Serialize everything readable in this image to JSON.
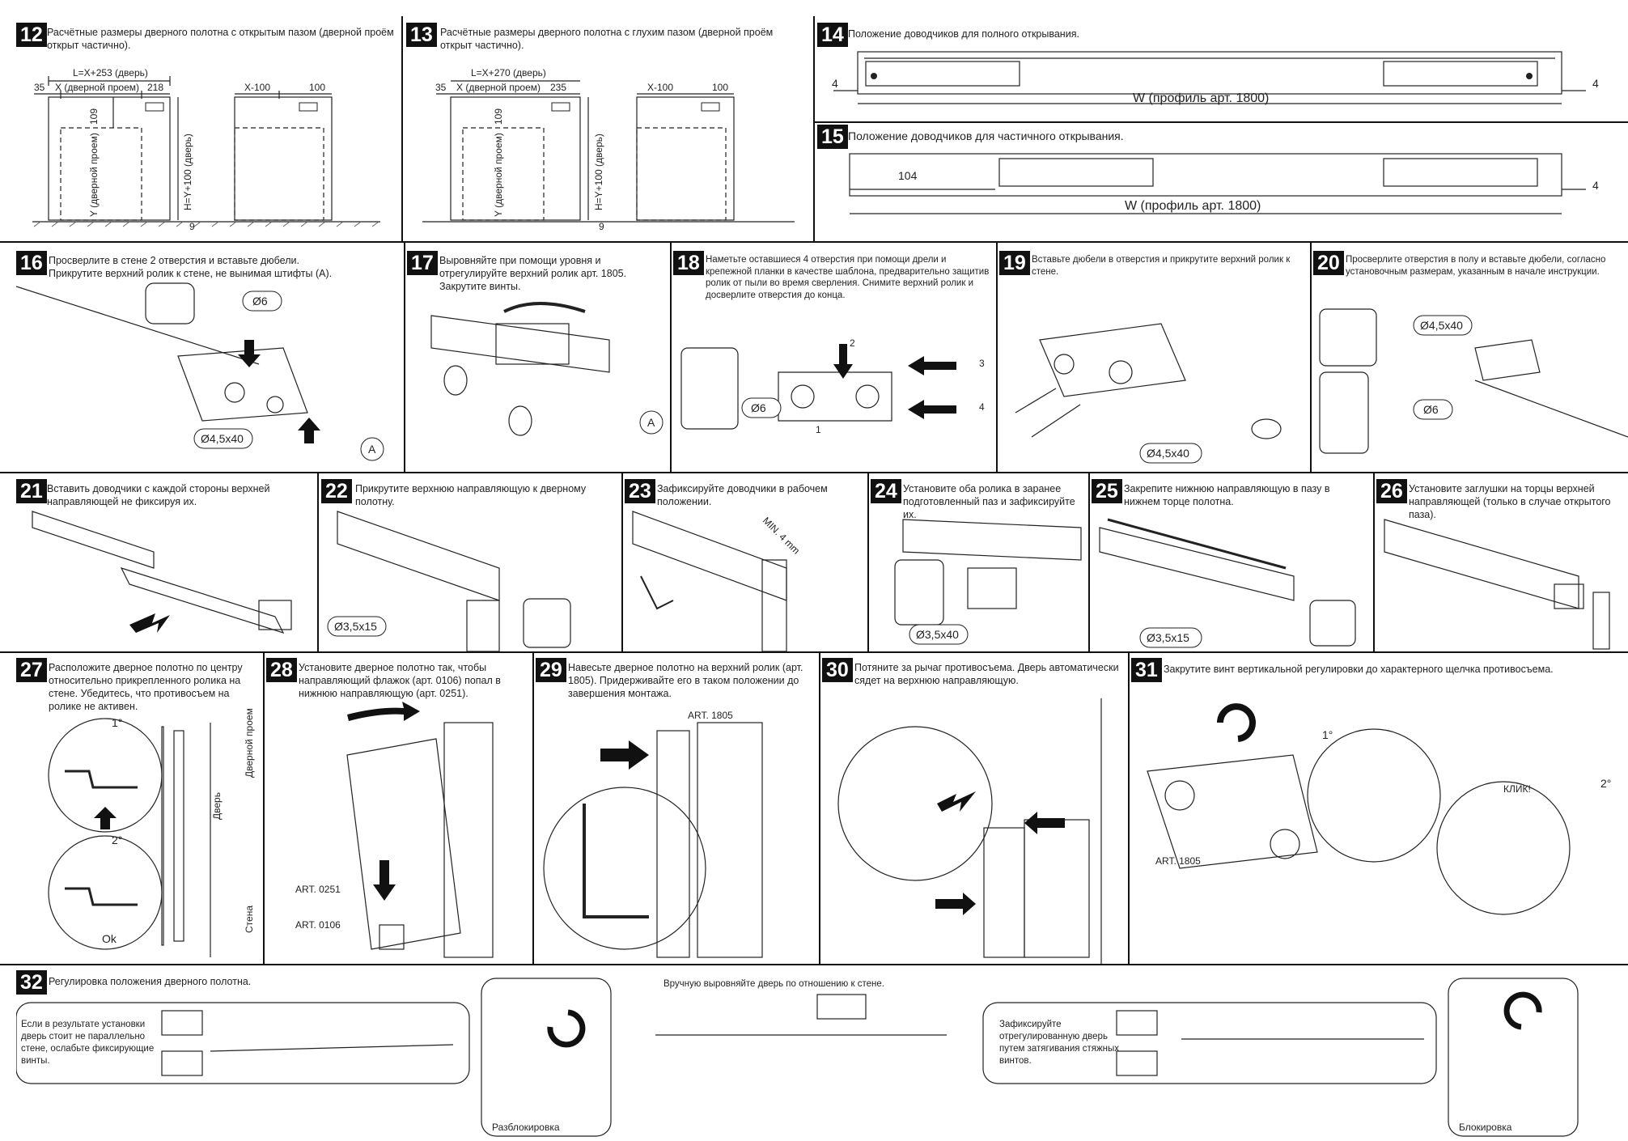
{
  "steps": {
    "s12": {
      "num": "12",
      "text": "Расчётные размеры дверного полотна с открытым пазом (дверной проём открыт частично).",
      "dims": {
        "l": "L=X+253 (дверь)",
        "a": "35",
        "x": "X (дверной проем)",
        "b": "218",
        "xm": "X-100",
        "c": "100",
        "y": "Y (дверной проем)",
        "h": "H=Y+100 (дверь)",
        "top": "109",
        "bot": "9"
      }
    },
    "s13": {
      "num": "13",
      "text": "Расчётные размеры дверного полотна с глухим пазом (дверной проём открыт частично).",
      "dims": {
        "l": "L=X+270 (дверь)",
        "a": "35",
        "x": "X (дверной проем)",
        "b": "235",
        "xm": "X-100",
        "c": "100",
        "y": "Y (дверной проем)",
        "h": "H=Y+100 (дверь)",
        "top": "109",
        "bot": "9"
      }
    },
    "s14": {
      "num": "14",
      "text": "Положение доводчиков для полного открывания.",
      "w": "W (профиль арт. 1800)",
      "l": "4",
      "r": "4"
    },
    "s15": {
      "num": "15",
      "text": "Положение доводчиков для частичного открывания.",
      "w": "W (профиль арт. 1800)",
      "d": "104",
      "r": "4"
    },
    "s16": {
      "num": "16",
      "text": "Просверлите в стене 2 отверстия и вставьте дюбели. Прикрутите верхний ролик к стене, не вынимая штифты (A).",
      "d6": "Ø6",
      "screw": "Ø4,5x40",
      "a": "A"
    },
    "s17": {
      "num": "17",
      "text": "Выровняйте при помощи уровня и отрегулируйте верхний ролик арт. 1805. Закрутите винты.",
      "a": "A"
    },
    "s18": {
      "num": "18",
      "text": "Наметьте оставшиеся 4 отверстия при помощи дрели и крепежной планки в качестве шаблона, предварительно защитив ролик от пыли во время сверления. Снимите верхний ролик и досверлите отверстия до конца.",
      "d6": "Ø6",
      "n1": "1",
      "n2": "2",
      "n3": "3",
      "n4": "4"
    },
    "s19": {
      "num": "19",
      "text": "Вставьте дюбели в отверстия и прикрутите верхний ролик к стене.",
      "screw": "Ø4,5x40"
    },
    "s20": {
      "num": "20",
      "text": "Просверлите отверстия в полу и вставьте дюбели, согласно установочным размерам, указанным в начале инструкции.",
      "screw": "Ø4,5x40",
      "d6": "Ø6"
    },
    "s21": {
      "num": "21",
      "text": "Вставить доводчики с каждой стороны верхней направляющей не фиксируя их."
    },
    "s22": {
      "num": "22",
      "text": "Прикрутите верхнюю направляющую к дверному полотну.",
      "screw": "Ø3,5x15"
    },
    "s23": {
      "num": "23",
      "text": "Зафиксируйте доводчики в рабочем положении.",
      "min": "MIN. 4 mm"
    },
    "s24": {
      "num": "24",
      "text": "Установите оба ролика в заранее подготовленный паз и зафиксируйте их.",
      "screw": "Ø3,5x40"
    },
    "s25": {
      "num": "25",
      "text": "Закрепите нижнюю направляющую в пазу в нижнем торце полотна.",
      "screw": "Ø3,5x15"
    },
    "s26": {
      "num": "26",
      "text": "Установите заглушки на торцы верхней направляющей (только в случае открытого паза)."
    },
    "s27": {
      "num": "27",
      "text": "Расположите дверное полотно по центру относительно прикрепленного ролика на стене. Убедитесь, что противосъем на ролике не активен.",
      "c1": "1°",
      "c2": "2°",
      "ok": "Ok",
      "proem": "Дверной проем",
      "door": "Дверь",
      "wall": "Стена"
    },
    "s28": {
      "num": "28",
      "text": "Установите дверное полотно так, чтобы направляющий флажок (арт. 0106) попал в нижнюю направляющую (арт. 0251).",
      "a0251": "ART. 0251",
      "a0106": "ART. 0106"
    },
    "s29": {
      "num": "29",
      "text": "Навесьте дверное полотно на верхний ролик (арт. 1805). Придерживайте его в таком положении до завершения монтажа.",
      "a1805": "ART. 1805"
    },
    "s30": {
      "num": "30",
      "text": "Потяните за рычаг противосъема. Дверь автоматически сядет на верхнюю направляющую."
    },
    "s31": {
      "num": "31",
      "text": "Закрутите винт вертикальной регулировки до характерного щелчка противосъема.",
      "c1": "1°",
      "c2": "2°",
      "click": "КЛИК!",
      "a1805": "ART. 1805"
    },
    "s32": {
      "num": "32",
      "text": "Регулировка положения дверного полотна.",
      "left_note": "Если в результате установки дверь стоит не параллельно стене, ослабьте фиксирующие винты.",
      "unlock": "Разблокировка",
      "middle_note": "Вручную выровняйте дверь по отношению к стене.",
      "right_note": "Зафиксируйте отрегулированную дверь путем затягивания стяжных винтов.",
      "lock": "Блокировка"
    }
  }
}
